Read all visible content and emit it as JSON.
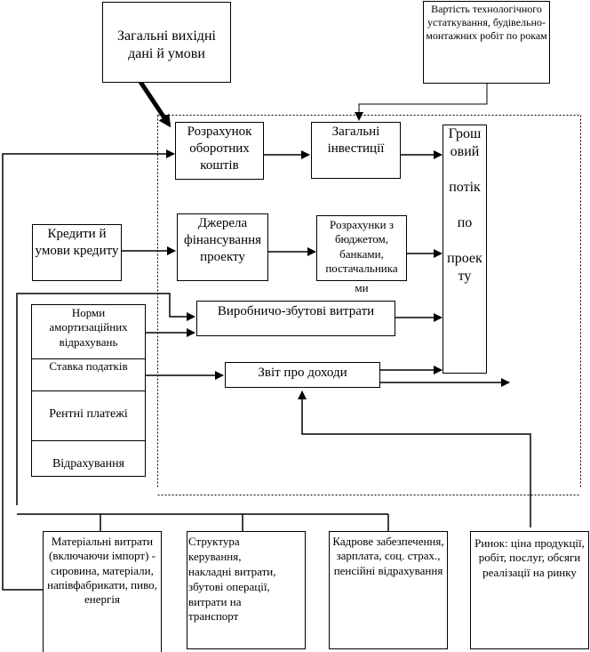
{
  "diagram": {
    "nodes": {
      "general_input": "Загальні вихідні дані й умови",
      "equipment_cost": "Вартість технологічного устаткування, будівельно-монтажних робіт по рокам",
      "working_capital": "Розрахунок оборотних коштів",
      "total_investments": "Загальні інвестиції",
      "cash_flow_lines": [
        "Грош",
        "овий",
        "",
        "потік",
        "",
        "по",
        "",
        "проек",
        "ту"
      ],
      "credits": "Кредити й умови кредиту",
      "financing_sources": "Джерела фінансування проекту",
      "settlements": "Розрахунки з бюджетом, банками, постачальника",
      "settlements_overflow": "ми",
      "production_costs": "Виробничо-збутові витрати",
      "depreciation": "Норми амортизаційних відрахувань",
      "tax_rate": "Ставка податків",
      "rent": "Рентні платежі",
      "deductions": "Відрахування",
      "income_statement": "Звіт про доходи",
      "material_costs": "Матеріальні витрати (включаючи імпорт) - сировина, матеріали, напівфабрикати, пиво, енергія",
      "management_structure": [
        "Структура",
        "керування,",
        "накладні витрати,",
        "збутові операції,",
        "витрати на",
        "транспорт"
      ],
      "staffing": "Кадрове забезпечення, зарплата, соц. страх., пенсійні відрахування",
      "market": "Ринок: ціна продукції, робіт, послуг, обсяги реалізації на ринку"
    },
    "edges": [
      {
        "from": "general_input",
        "to": "working_capital",
        "style": "bold"
      },
      {
        "from": "equipment_cost",
        "to": "total_investments"
      },
      {
        "from": "working_capital",
        "to": "total_investments"
      },
      {
        "from": "total_investments",
        "to": "cash_flow"
      },
      {
        "from": "credits",
        "to": "financing_sources"
      },
      {
        "from": "financing_sources",
        "to": "settlements"
      },
      {
        "from": "settlements",
        "to": "cash_flow"
      },
      {
        "from": "depreciation",
        "to": "production_costs"
      },
      {
        "from": "production_costs",
        "to": "cash_flow"
      },
      {
        "from": "tax_rate",
        "to": "income_statement"
      },
      {
        "from": "income_statement",
        "to": "cash_flow"
      },
      {
        "from": "income_statement",
        "to": "output"
      },
      {
        "from": "market",
        "to": "income_statement"
      },
      {
        "from": "bottom_group",
        "to": "production_costs"
      },
      {
        "from": "material_costs",
        "to": "working_capital"
      }
    ]
  }
}
